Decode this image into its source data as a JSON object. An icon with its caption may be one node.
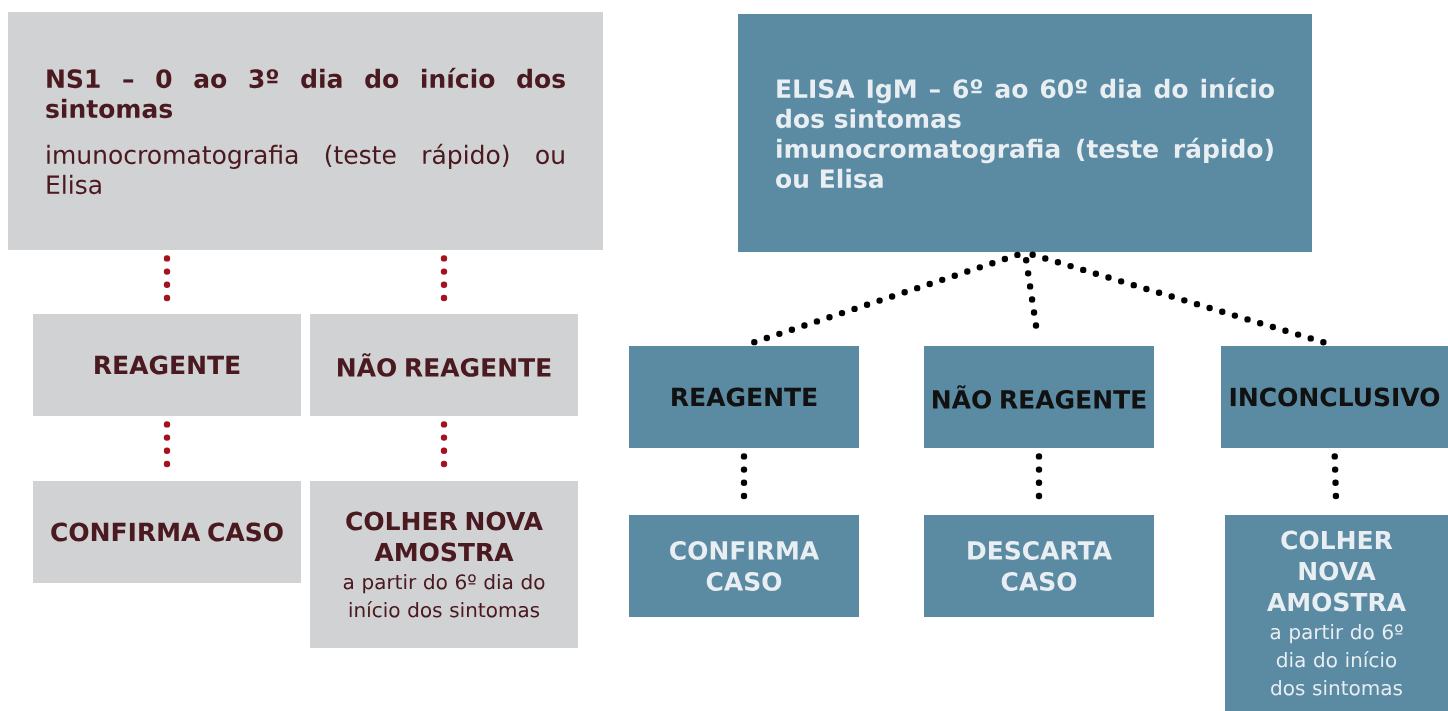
{
  "diagram": {
    "nodes": [
      {
        "text": [
          "NS1 – 0 ao 3º dia do início dos sintomas",
          "imunocromatografia (teste rápido) ou Elisa"
        ]
      },
      {
        "text": [
          "REAGENTE"
        ]
      },
      {
        "text": [
          "NÃO REAGENTE"
        ]
      },
      {
        "text": [
          "CONFIRMA CASO"
        ]
      },
      {
        "text": [
          "COLHER NOVA AMOSTRA",
          "a partir do 6º dia do início dos sintomas"
        ]
      },
      {
        "text": [
          "ELISA IgM – 6º ao 60º dia do início dos sintomas",
          "imunocromatografia (teste rápido) ou Elisa"
        ]
      },
      {
        "text": [
          "REAGENTE"
        ]
      },
      {
        "text": [
          "NÃO REAGENTE"
        ]
      },
      {
        "text": [
          "INCONCLUSIVO"
        ]
      },
      {
        "text": [
          "CONFIRMA CASO"
        ]
      },
      {
        "text": [
          "DESCARTA CASO"
        ]
      },
      {
        "text": [
          "COLHER NOVA AMOSTRA",
          "a partir do 6º dia do início dos sintomas"
        ]
      }
    ],
    "edges": [
      {
        "from": 0,
        "to": 1,
        "arrow": "none",
        "color": "#a3121f"
      },
      {
        "from": 0,
        "to": 2,
        "arrow": "none",
        "color": "#a3121f"
      },
      {
        "from": 1,
        "to": 3,
        "arrow": "none",
        "color": "#a3121f"
      },
      {
        "from": 2,
        "to": 4,
        "arrow": "none",
        "color": "#a3121f"
      },
      {
        "from": 5,
        "to": 6,
        "arrow": "none"
      },
      {
        "from": 5,
        "to": 7,
        "arrow": "none"
      },
      {
        "from": 5,
        "to": 8,
        "arrow": "none"
      },
      {
        "from": 6,
        "to": 9,
        "arrow": "none"
      },
      {
        "from": 7,
        "to": 10,
        "arrow": "none"
      },
      {
        "from": 8,
        "to": 11,
        "arrow": "none"
      }
    ]
  }
}
